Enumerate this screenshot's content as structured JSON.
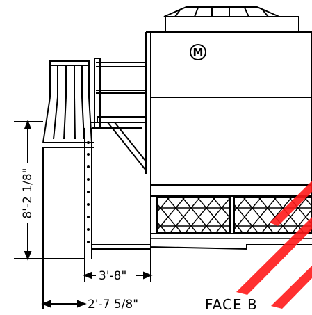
{
  "labels": {
    "motor_mark": "M",
    "dim_height": "8'-2 1/8\"",
    "dim_width_inner": "3'-8\"",
    "dim_width_outer": "2'-7 5/8\"",
    "face_label": "FACE B"
  },
  "colors": {
    "line": "#000000",
    "watermark": "#ff1a1a"
  }
}
